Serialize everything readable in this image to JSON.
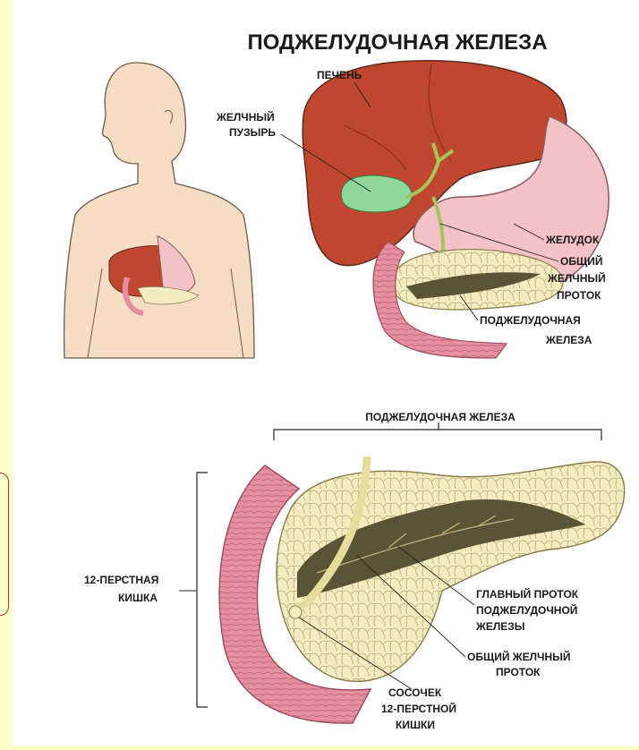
{
  "title": "ПОДЖЕЛУДОЧНАЯ ЖЕЛЕЗА",
  "top_labels": {
    "liver": "ПЕЧЕНЬ",
    "gallbladder_1": "ЖЕЛЧНЫЙ",
    "gallbladder_2": "ПУЗЫРЬ",
    "stomach": "ЖЕЛУДОК",
    "common_duct_1": "ОБЩИЙ",
    "common_duct_2": "ЖЕЛЧНЫЙ",
    "common_duct_3": "ПРОТОК",
    "pancreas_1": "ПОДЖЕЛУДОЧНАЯ",
    "pancreas_2": "ЖЕЛЕЗА"
  },
  "bottom_labels": {
    "pancreas_bracket": "ПОДЖЕЛУДОЧНАЯ ЖЕЛЕЗА",
    "duodenum_1": "12-ПЕРСТНАЯ",
    "duodenum_2": "КИШКА",
    "main_duct_1": "ГЛАВНЫЙ ПРОТОК",
    "main_duct_2": "ПОДЖЕЛУДОЧНОЙ",
    "main_duct_3": "ЖЕЛЕЗЫ",
    "common_duct_1": "ОБЩИЙ ЖЕЛЧНЫЙ",
    "common_duct_2": "ПРОТОК",
    "papilla_1": "СОСОЧЕК",
    "papilla_2": "12-ПЕРСТНОЙ",
    "papilla_3": "КИШКИ"
  },
  "colors": {
    "background": "#ffffc8",
    "liver": "#c0472e",
    "gallbladder": "#8fd89a",
    "stomach": "#f3c2c6",
    "pancreas": "#f3ecc1",
    "duct": "#5a5436",
    "duodenum": "#e58fa0",
    "skin": "#f3d3b8"
  }
}
